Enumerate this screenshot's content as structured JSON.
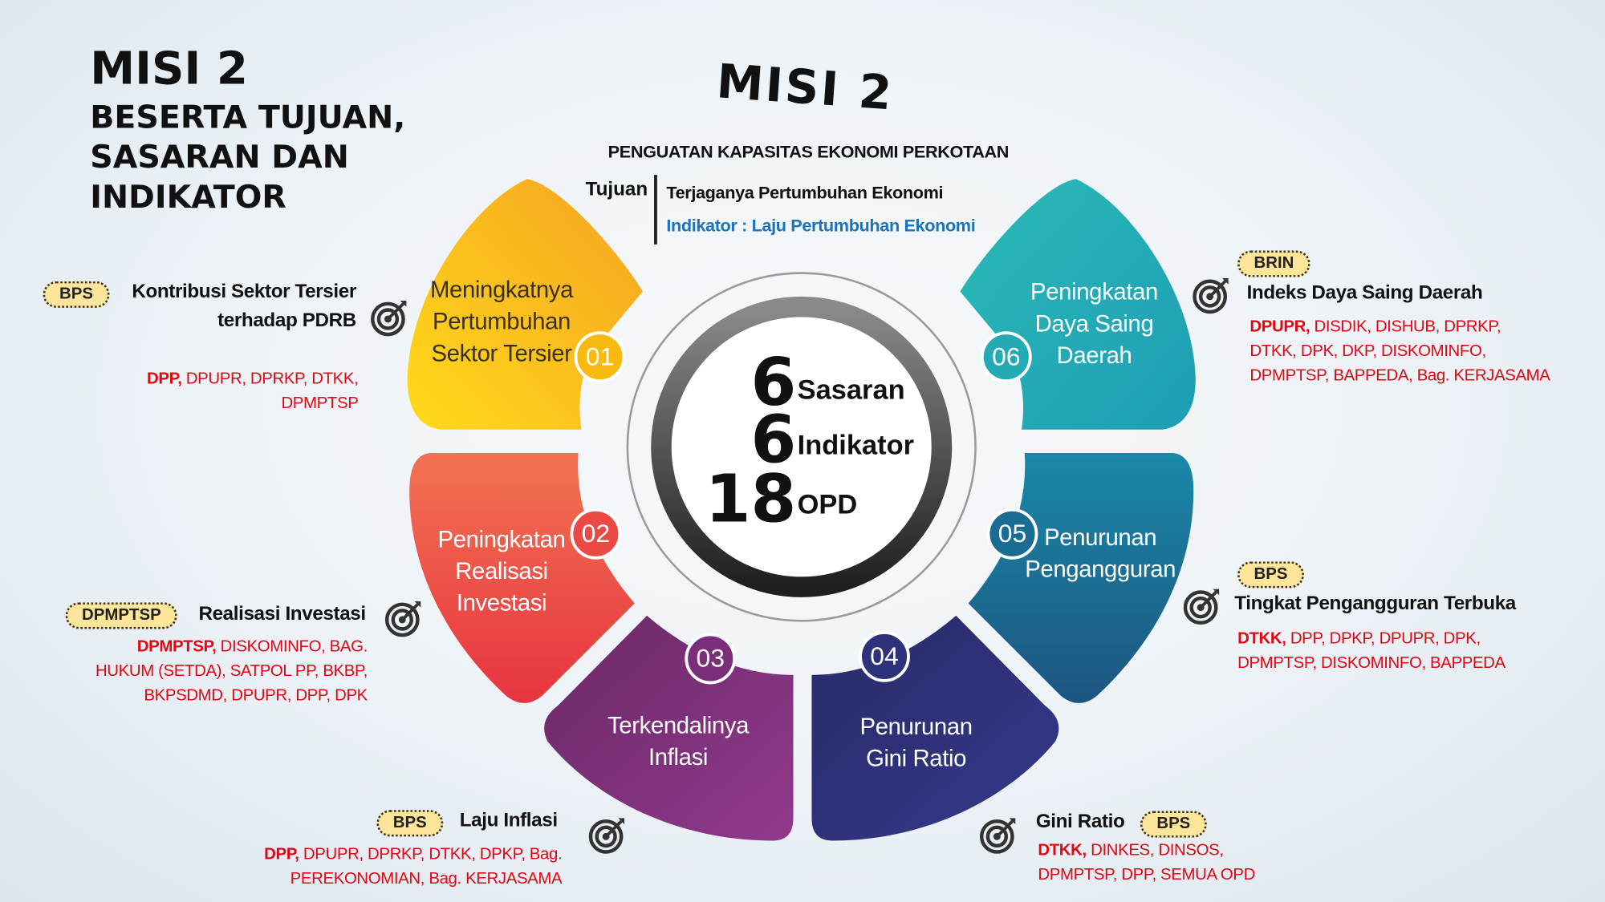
{
  "header": {
    "title_line1": "MISI 2",
    "title_line2": "BESERTA TUJUAN,",
    "title_line3": "SASARAN DAN",
    "title_line4": "INDIKATOR"
  },
  "misi": {
    "logo_text": "MISI 2",
    "subtitle": "PENGUATAN KAPASITAS EKONOMI PERKOTAAN",
    "tujuan_label": "Tujuan",
    "tujuan_text": "Terjaganya Pertumbuhan Ekonomi",
    "tujuan_indicator": "Indikator : Laju Pertumbuhan Ekonomi"
  },
  "center": {
    "sasaran_count": "6",
    "sasaran_label": "Sasaran",
    "indikator_count": "6",
    "indikator_label": "Indikator",
    "opd_count": "18",
    "opd_label": "OPD"
  },
  "petals": [
    {
      "num": "01",
      "label": "Meningkatnya Pertumbuhan Sektor Tersier",
      "color": "#f9b90f"
    },
    {
      "num": "02",
      "label": "Peningkatan Realisasi Investasi",
      "color": "#ea4a43"
    },
    {
      "num": "03",
      "label": "Terkendalinya Inflasi",
      "color": "#7b2f7a"
    },
    {
      "num": "04",
      "label": "Penurunan Gini Ratio",
      "color": "#2e327a"
    },
    {
      "num": "05",
      "label": "Penurunan Pengangguran",
      "color": "#1a6d92"
    },
    {
      "num": "06",
      "label": "Peningkatan Daya Saing Daerah",
      "color": "#25aab5"
    }
  ],
  "indicators": [
    {
      "source": "BPS",
      "line1": "Kontribusi Sektor Tersier",
      "line2": "terhadap PDRB",
      "lead": "DPP,",
      "opd1": " DPUPR, DPRKP, DTKK,",
      "opd2": "DPMPTSP"
    },
    {
      "source": "DPMPTSP",
      "name": "Realisasi Investasi",
      "lead": "DPMPTSP,",
      "opd1": " DISKOMINFO, BAG.",
      "opd2": "HUKUM (SETDA), SATPOL PP, BKBP,",
      "opd3": "BKPSDMD, DPUPR, DPP, DPK"
    },
    {
      "source": "BPS",
      "name": "Laju Inflasi",
      "lead": "DPP,",
      "opd1": " DPUPR, DPRKP, DTKK, DPKP, Bag.",
      "opd2": "PEREKONOMIAN, Bag. KERJASAMA"
    },
    {
      "source": "BPS",
      "name": "Gini Ratio",
      "lead": "DTKK,",
      "opd1": " DINKES, DINSOS,",
      "opd2": "DPMPTSP, DPP, SEMUA OPD"
    },
    {
      "source": "BPS",
      "name": "Tingkat Pengangguran Terbuka",
      "lead": "DTKK,",
      "opd1": " DPP, DPKP, DPUPR, DPK,",
      "opd2": "DPMPTSP, DISKOMINFO, BAPPEDA"
    },
    {
      "source": "BRIN",
      "name": "Indeks Daya Saing Daerah",
      "lead": "DPUPR,",
      "opd1": " DISDIK, DISHUB, DPRKP,",
      "opd2": "DTKK, DPK, DKP, DISKOMINFO,",
      "opd3": "DPMPTSP, BAPPEDA, Bag. KERJASAMA"
    }
  ]
}
